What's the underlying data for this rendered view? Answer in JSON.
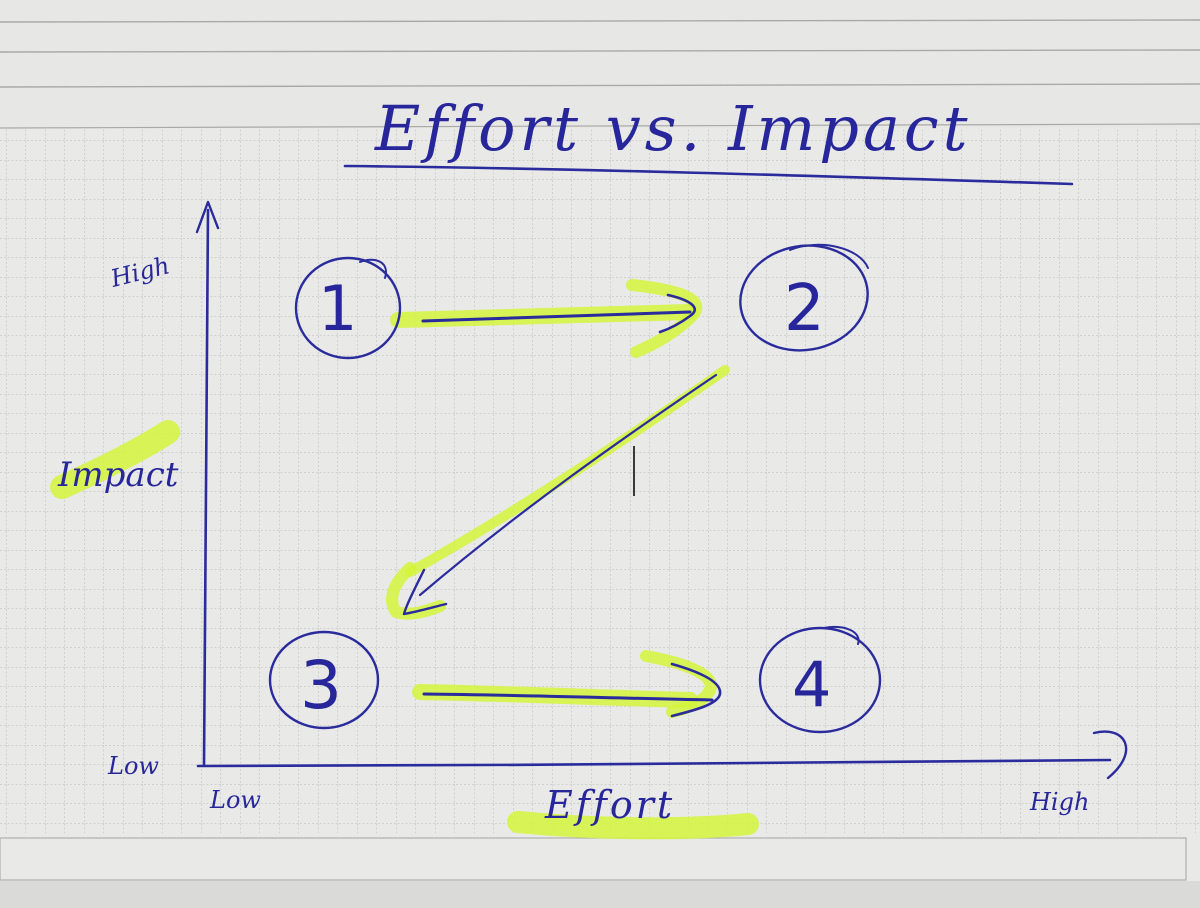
{
  "title": "Effort vs. Impact",
  "y_axis": {
    "label": "Impact",
    "high": "High",
    "low": "Low"
  },
  "x_axis": {
    "label": "Effort",
    "low": "Low",
    "high": "High"
  },
  "nodes": [
    {
      "id": "1",
      "label": "1"
    },
    {
      "id": "2",
      "label": "2"
    },
    {
      "id": "3",
      "label": "3"
    },
    {
      "id": "4",
      "label": "4"
    }
  ],
  "edges": [
    {
      "from": "1",
      "to": "2"
    },
    {
      "from": "2",
      "to": "3"
    },
    {
      "from": "3",
      "to": "4"
    }
  ],
  "colors": {
    "paper": "#e9e9e7",
    "grid": "#b9b9b7",
    "ink": "#2a2b9c",
    "highlighter": "#d4f53b"
  }
}
